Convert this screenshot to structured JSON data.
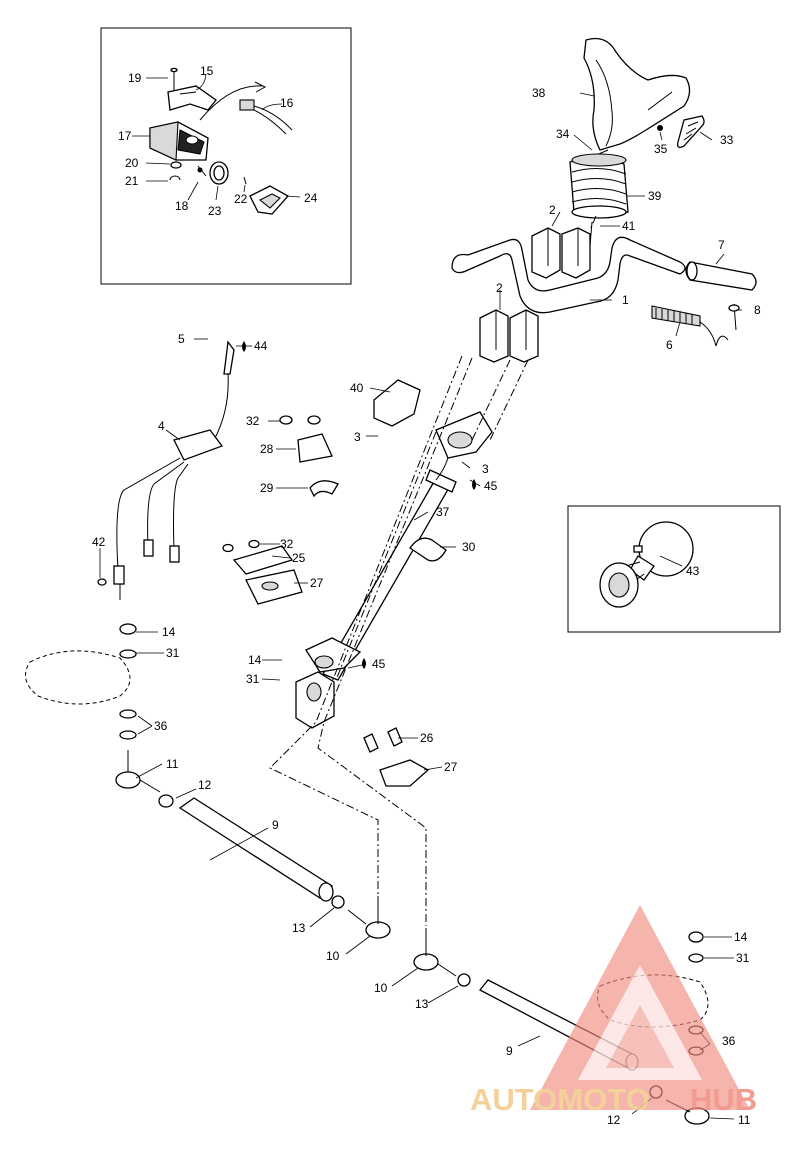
{
  "diagram": {
    "callouts": [
      {
        "id": "c1",
        "text": "1"
      },
      {
        "id": "c2a",
        "text": "2"
      },
      {
        "id": "c2b",
        "text": "2"
      },
      {
        "id": "c3a",
        "text": "3"
      },
      {
        "id": "c3b",
        "text": "3"
      },
      {
        "id": "c4",
        "text": "4"
      },
      {
        "id": "c5",
        "text": "5"
      },
      {
        "id": "c6",
        "text": "6"
      },
      {
        "id": "c7",
        "text": "7"
      },
      {
        "id": "c8",
        "text": "8"
      },
      {
        "id": "c9a",
        "text": "9"
      },
      {
        "id": "c9b",
        "text": "9"
      },
      {
        "id": "c10a",
        "text": "10"
      },
      {
        "id": "c10b",
        "text": "10"
      },
      {
        "id": "c11a",
        "text": "11"
      },
      {
        "id": "c11b",
        "text": "11"
      },
      {
        "id": "c12a",
        "text": "12"
      },
      {
        "id": "c12b",
        "text": "12"
      },
      {
        "id": "c13a",
        "text": "13"
      },
      {
        "id": "c13b",
        "text": "13"
      },
      {
        "id": "c14a",
        "text": "14"
      },
      {
        "id": "c14b",
        "text": "14"
      },
      {
        "id": "c14c",
        "text": "14"
      },
      {
        "id": "c15",
        "text": "15"
      },
      {
        "id": "c16",
        "text": "16"
      },
      {
        "id": "c17",
        "text": "17"
      },
      {
        "id": "c18",
        "text": "18"
      },
      {
        "id": "c19",
        "text": "19"
      },
      {
        "id": "c20",
        "text": "20"
      },
      {
        "id": "c21",
        "text": "21"
      },
      {
        "id": "c22",
        "text": "22"
      },
      {
        "id": "c23",
        "text": "23"
      },
      {
        "id": "c24",
        "text": "24"
      },
      {
        "id": "c25",
        "text": "25"
      },
      {
        "id": "c26",
        "text": "26"
      },
      {
        "id": "c27a",
        "text": "27"
      },
      {
        "id": "c27b",
        "text": "27"
      },
      {
        "id": "c28",
        "text": "28"
      },
      {
        "id": "c29",
        "text": "29"
      },
      {
        "id": "c30",
        "text": "30"
      },
      {
        "id": "c31a",
        "text": "31"
      },
      {
        "id": "c31b",
        "text": "31"
      },
      {
        "id": "c31c",
        "text": "31"
      },
      {
        "id": "c32a",
        "text": "32"
      },
      {
        "id": "c32b",
        "text": "32"
      },
      {
        "id": "c33",
        "text": "33"
      },
      {
        "id": "c34",
        "text": "34"
      },
      {
        "id": "c35",
        "text": "35"
      },
      {
        "id": "c36a",
        "text": "36"
      },
      {
        "id": "c36b",
        "text": "36"
      },
      {
        "id": "c37",
        "text": "37"
      },
      {
        "id": "c38",
        "text": "38"
      },
      {
        "id": "c39",
        "text": "39"
      },
      {
        "id": "c40",
        "text": "40"
      },
      {
        "id": "c41",
        "text": "41"
      },
      {
        "id": "c42",
        "text": "42"
      },
      {
        "id": "c43",
        "text": "43"
      },
      {
        "id": "c44",
        "text": "44"
      },
      {
        "id": "c45a",
        "text": "45"
      },
      {
        "id": "c45b",
        "text": "45"
      }
    ]
  },
  "watermark": {
    "brand_part1": "AUTOMOTO",
    "brand_part2": "HUB",
    "color_primary": "#f08a7e",
    "color_secondary": "#f3c98a"
  }
}
